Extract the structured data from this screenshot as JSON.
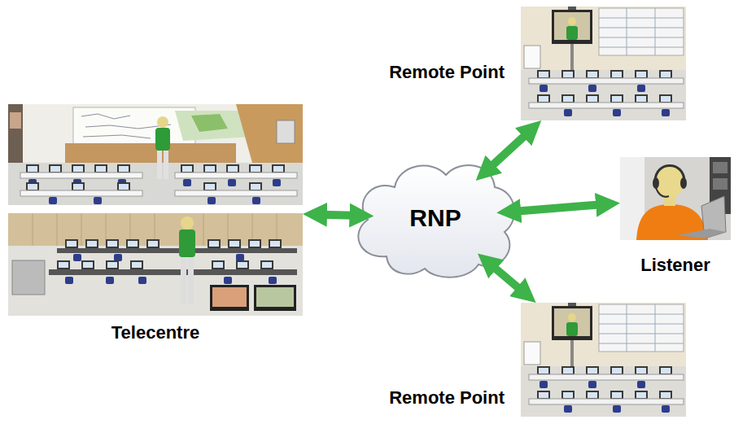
{
  "diagram": {
    "nodes": [
      {
        "text": [
          "Telecentre"
        ]
      },
      {
        "text": [
          "RNP"
        ]
      },
      {
        "text": [
          "Remote Point"
        ]
      },
      {
        "text": [
          "Listener"
        ]
      },
      {
        "text": [
          "Remote Point"
        ]
      }
    ],
    "edges": [
      {
        "from": 0,
        "to": 1,
        "arrow": "both"
      },
      {
        "from": 1,
        "to": 2,
        "arrow": "both"
      },
      {
        "from": 1,
        "to": 3,
        "arrow": "both"
      },
      {
        "from": 1,
        "to": 4,
        "arrow": "both"
      }
    ]
  }
}
